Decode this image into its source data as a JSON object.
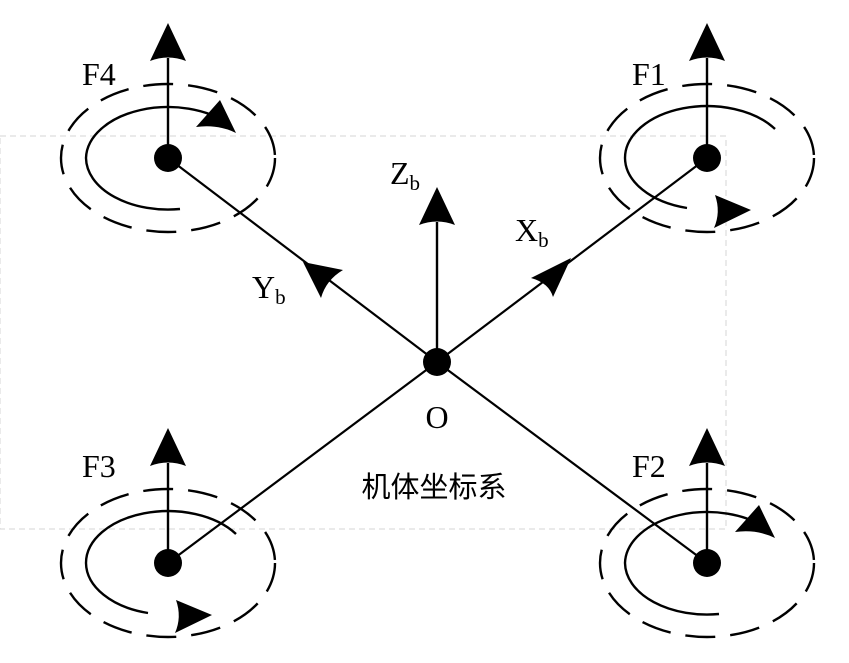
{
  "diagram": {
    "title": "机体坐标系",
    "origin_label": "O",
    "axes": [
      {
        "id": "x",
        "main": "X",
        "sub": "b",
        "direction": "toward F1 (front-right)"
      },
      {
        "id": "y",
        "main": "Y",
        "sub": "b",
        "direction": "toward F4 (front-left)"
      },
      {
        "id": "z",
        "main": "Z",
        "sub": "b",
        "direction": "up"
      }
    ],
    "rotors": [
      {
        "id": "F4",
        "label": "F4",
        "position": "top-left",
        "rotation": "clockwise"
      },
      {
        "id": "F1",
        "label": "F1",
        "position": "top-right",
        "rotation": "counter-clockwise"
      },
      {
        "id": "F3",
        "label": "F3",
        "position": "bottom-left",
        "rotation": "counter-clockwise"
      },
      {
        "id": "F2",
        "label": "F2",
        "position": "bottom-right",
        "rotation": "clockwise"
      }
    ],
    "colors": {
      "stroke": "#000000",
      "background": "#ffffff",
      "guide": "#d6d6d6"
    }
  }
}
